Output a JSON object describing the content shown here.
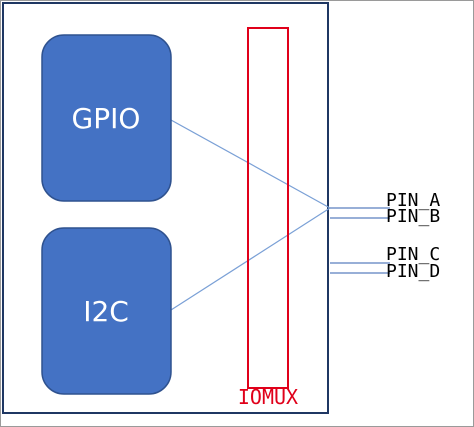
{
  "blocks": {
    "gpio": {
      "label": "GPIO"
    },
    "i2c": {
      "label": "I2C"
    }
  },
  "iomux": {
    "label": "IOMUX"
  },
  "pins": {
    "a": "PIN_A",
    "b": "PIN_B",
    "c": "PIN_C",
    "d": "PIN_D"
  },
  "colors": {
    "block_fill": "#4472c4",
    "block_stroke": "#2f528f",
    "iomux_border": "#e0001a",
    "frame_border": "#1f3763",
    "connector": "#7aa0d6",
    "text_light": "#ffffff",
    "text_dark": "#000000"
  }
}
